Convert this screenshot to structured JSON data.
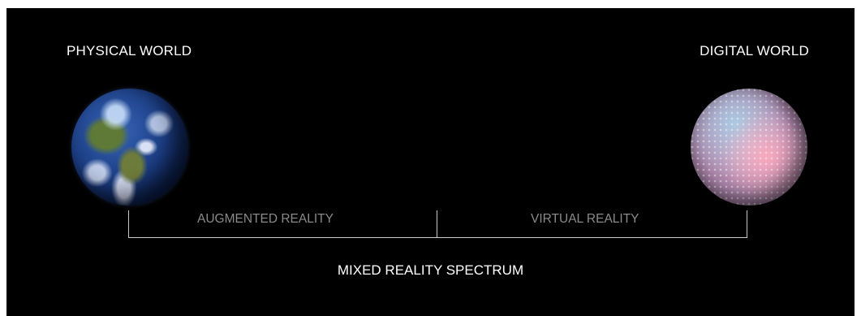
{
  "diagram": {
    "left_title": "PHYSICAL WORLD",
    "right_title": "DIGITAL WORLD",
    "left_section": "AUGMENTED REALITY",
    "right_section": "VIRTUAL REALITY",
    "spectrum_title": "MIXED REALITY SPECTRUM",
    "left_image": "earth-globe",
    "right_image": "digital-particle-sphere",
    "colors": {
      "background": "#000000",
      "title_text": "#ffffff",
      "section_text": "#8a8a8a",
      "bracket_line": "#c8c8c8"
    }
  }
}
